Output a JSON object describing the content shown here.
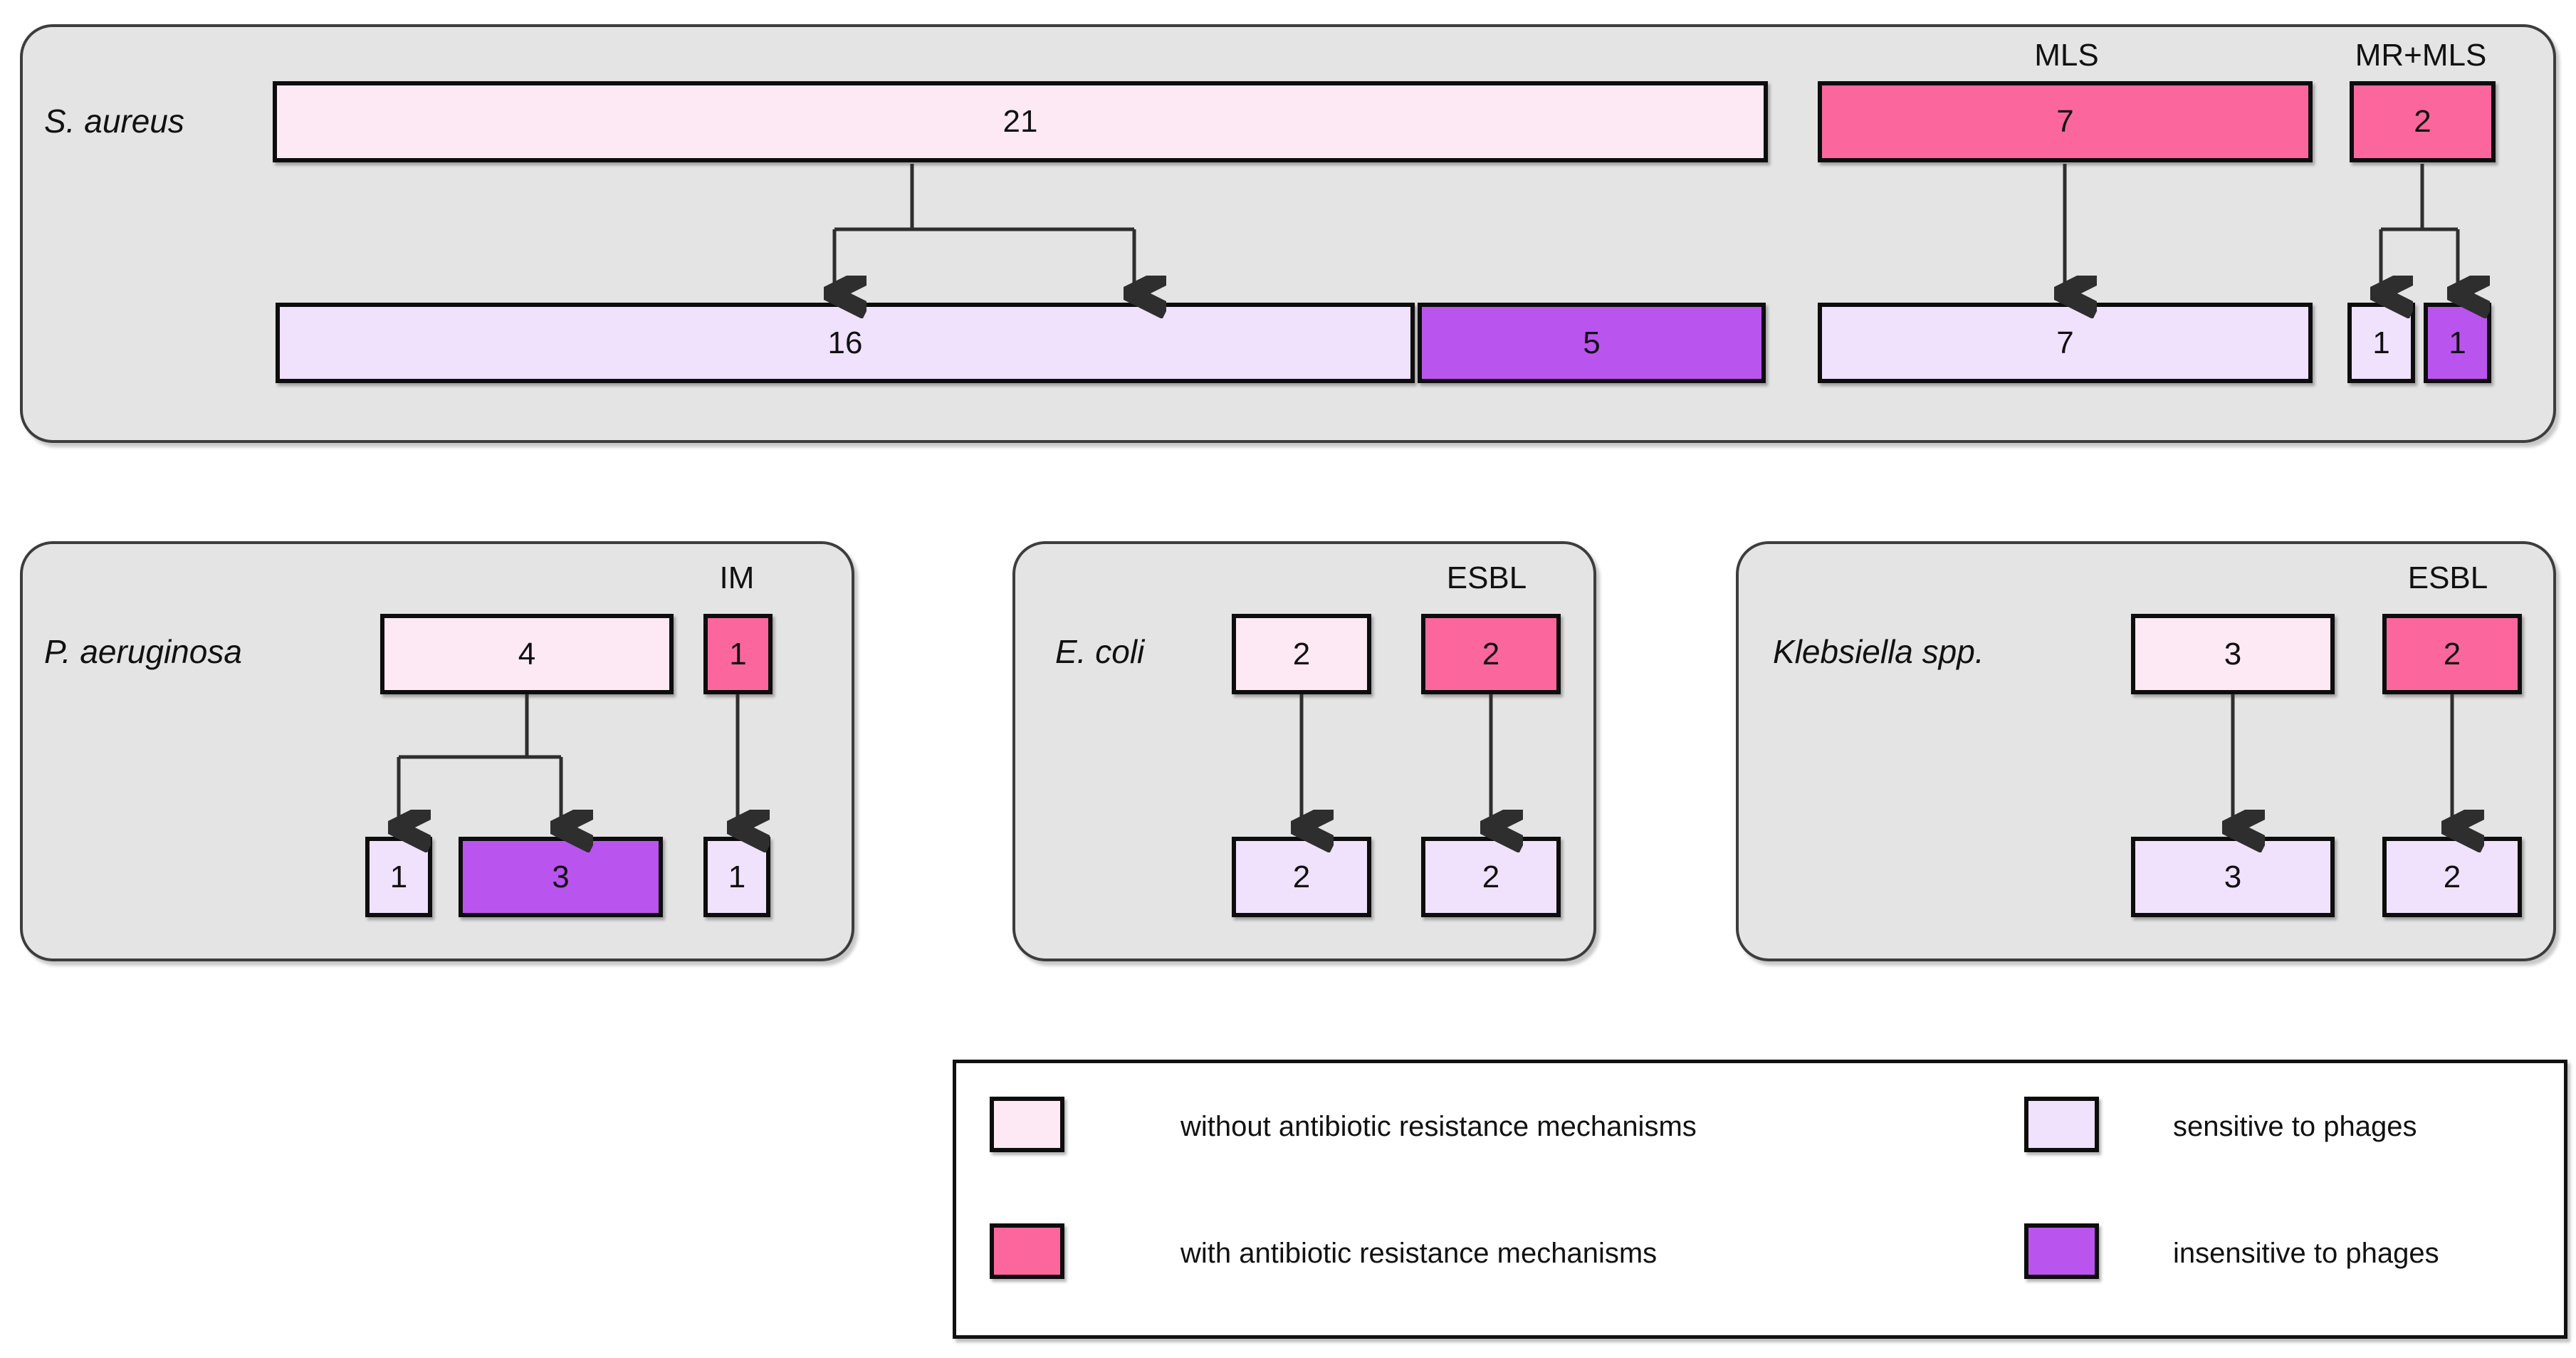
{
  "figure": {
    "type": "diagram",
    "kind": "flow-diagram",
    "description": "Antibiotic resistance mechanisms and phage sensitivity of bacterial isolates"
  },
  "panels": [
    {
      "id": "s-aureus",
      "species": "S. aureus",
      "groups": [
        {
          "caption": "",
          "top": {
            "value": "21",
            "fill": "light-pink",
            "meaning": "without antibiotic resistance mechanisms"
          },
          "bottom": [
            {
              "value": "16",
              "fill": "lavender",
              "meaning": "sensitive to phages"
            },
            {
              "value": "5",
              "fill": "purple",
              "meaning": "insensitive to phages"
            }
          ]
        },
        {
          "caption": "MLS",
          "top": {
            "value": "7",
            "fill": "hot-pink",
            "meaning": "with antibiotic resistance mechanisms"
          },
          "bottom": [
            {
              "value": "7",
              "fill": "lavender",
              "meaning": "sensitive to phages"
            }
          ]
        },
        {
          "caption": "MR+MLS",
          "top": {
            "value": "2",
            "fill": "hot-pink",
            "meaning": "with antibiotic resistance mechanisms"
          },
          "bottom": [
            {
              "value": "1",
              "fill": "lavender",
              "meaning": "sensitive to phages"
            },
            {
              "value": "1",
              "fill": "purple",
              "meaning": "insensitive to phages"
            }
          ]
        }
      ]
    },
    {
      "id": "p-aeruginosa",
      "species": "P. aeruginosa",
      "groups": [
        {
          "caption": "",
          "top": {
            "value": "4",
            "fill": "light-pink",
            "meaning": "without antibiotic resistance mechanisms"
          },
          "bottom": [
            {
              "value": "1",
              "fill": "lavender",
              "meaning": "sensitive to phages"
            },
            {
              "value": "3",
              "fill": "purple",
              "meaning": "insensitive to phages"
            }
          ]
        },
        {
          "caption": "IM",
          "top": {
            "value": "1",
            "fill": "hot-pink",
            "meaning": "with antibiotic resistance mechanisms"
          },
          "bottom": [
            {
              "value": "1",
              "fill": "lavender",
              "meaning": "sensitive to phages"
            }
          ]
        }
      ]
    },
    {
      "id": "e-coli",
      "species": "E. coli",
      "groups": [
        {
          "caption": "",
          "top": {
            "value": "2",
            "fill": "light-pink",
            "meaning": "without antibiotic resistance mechanisms"
          },
          "bottom": [
            {
              "value": "2",
              "fill": "lavender",
              "meaning": "sensitive to phages"
            }
          ]
        },
        {
          "caption": "ESBL",
          "top": {
            "value": "2",
            "fill": "hot-pink",
            "meaning": "with antibiotic resistance mechanisms"
          },
          "bottom": [
            {
              "value": "2",
              "fill": "lavender",
              "meaning": "sensitive to phages"
            }
          ]
        }
      ]
    },
    {
      "id": "klebsiella",
      "species": "Klebsiella spp.",
      "groups": [
        {
          "caption": "",
          "top": {
            "value": "3",
            "fill": "light-pink",
            "meaning": "without antibiotic resistance mechanisms"
          },
          "bottom": [
            {
              "value": "3",
              "fill": "lavender",
              "meaning": "sensitive to phages"
            }
          ]
        },
        {
          "caption": "ESBL",
          "top": {
            "value": "2",
            "fill": "hot-pink",
            "meaning": "with antibiotic resistance mechanisms"
          },
          "bottom": [
            {
              "value": "2",
              "fill": "lavender",
              "meaning": "sensitive to phages"
            }
          ]
        }
      ]
    }
  ],
  "legend": {
    "items": [
      {
        "label": "without antibiotic resistance mechanisms",
        "fill": "light-pink"
      },
      {
        "label": "with antibiotic resistance mechanisms",
        "fill": "hot-pink"
      },
      {
        "label": "sensitive to phages",
        "fill": "lavender"
      },
      {
        "label": "insensitive to phages",
        "fill": "purple"
      }
    ]
  },
  "colors": {
    "light-pink": "#fde9f3",
    "hot-pink": "#fb679c",
    "lavender": "#f0e1fc",
    "purple": "#ba54ef",
    "panel-bg": "#e4e4e4",
    "outline": "#0d0d0d"
  },
  "values_flat": {
    "s_aureus_no_resistance_total": "21",
    "s_aureus_no_resistance_sensitive": "16",
    "s_aureus_no_resistance_insensitive": "5",
    "s_aureus_mls_total": "7",
    "s_aureus_mls_sensitive": "7",
    "s_aureus_mrmls_total": "2",
    "s_aureus_mrmls_sensitive": "1",
    "s_aureus_mrmls_insensitive": "1",
    "p_aeruginosa_no_resistance_total": "4",
    "p_aeruginosa_no_resistance_sensitive": "1",
    "p_aeruginosa_no_resistance_insensitive": "3",
    "p_aeruginosa_im_total": "1",
    "p_aeruginosa_im_sensitive": "1",
    "e_coli_no_resistance_total": "2",
    "e_coli_no_resistance_sensitive": "2",
    "e_coli_esbl_total": "2",
    "e_coli_esbl_sensitive": "2",
    "klebsiella_no_resistance_total": "3",
    "klebsiella_no_resistance_sensitive": "3",
    "klebsiella_esbl_total": "2",
    "klebsiella_esbl_sensitive": "2"
  }
}
